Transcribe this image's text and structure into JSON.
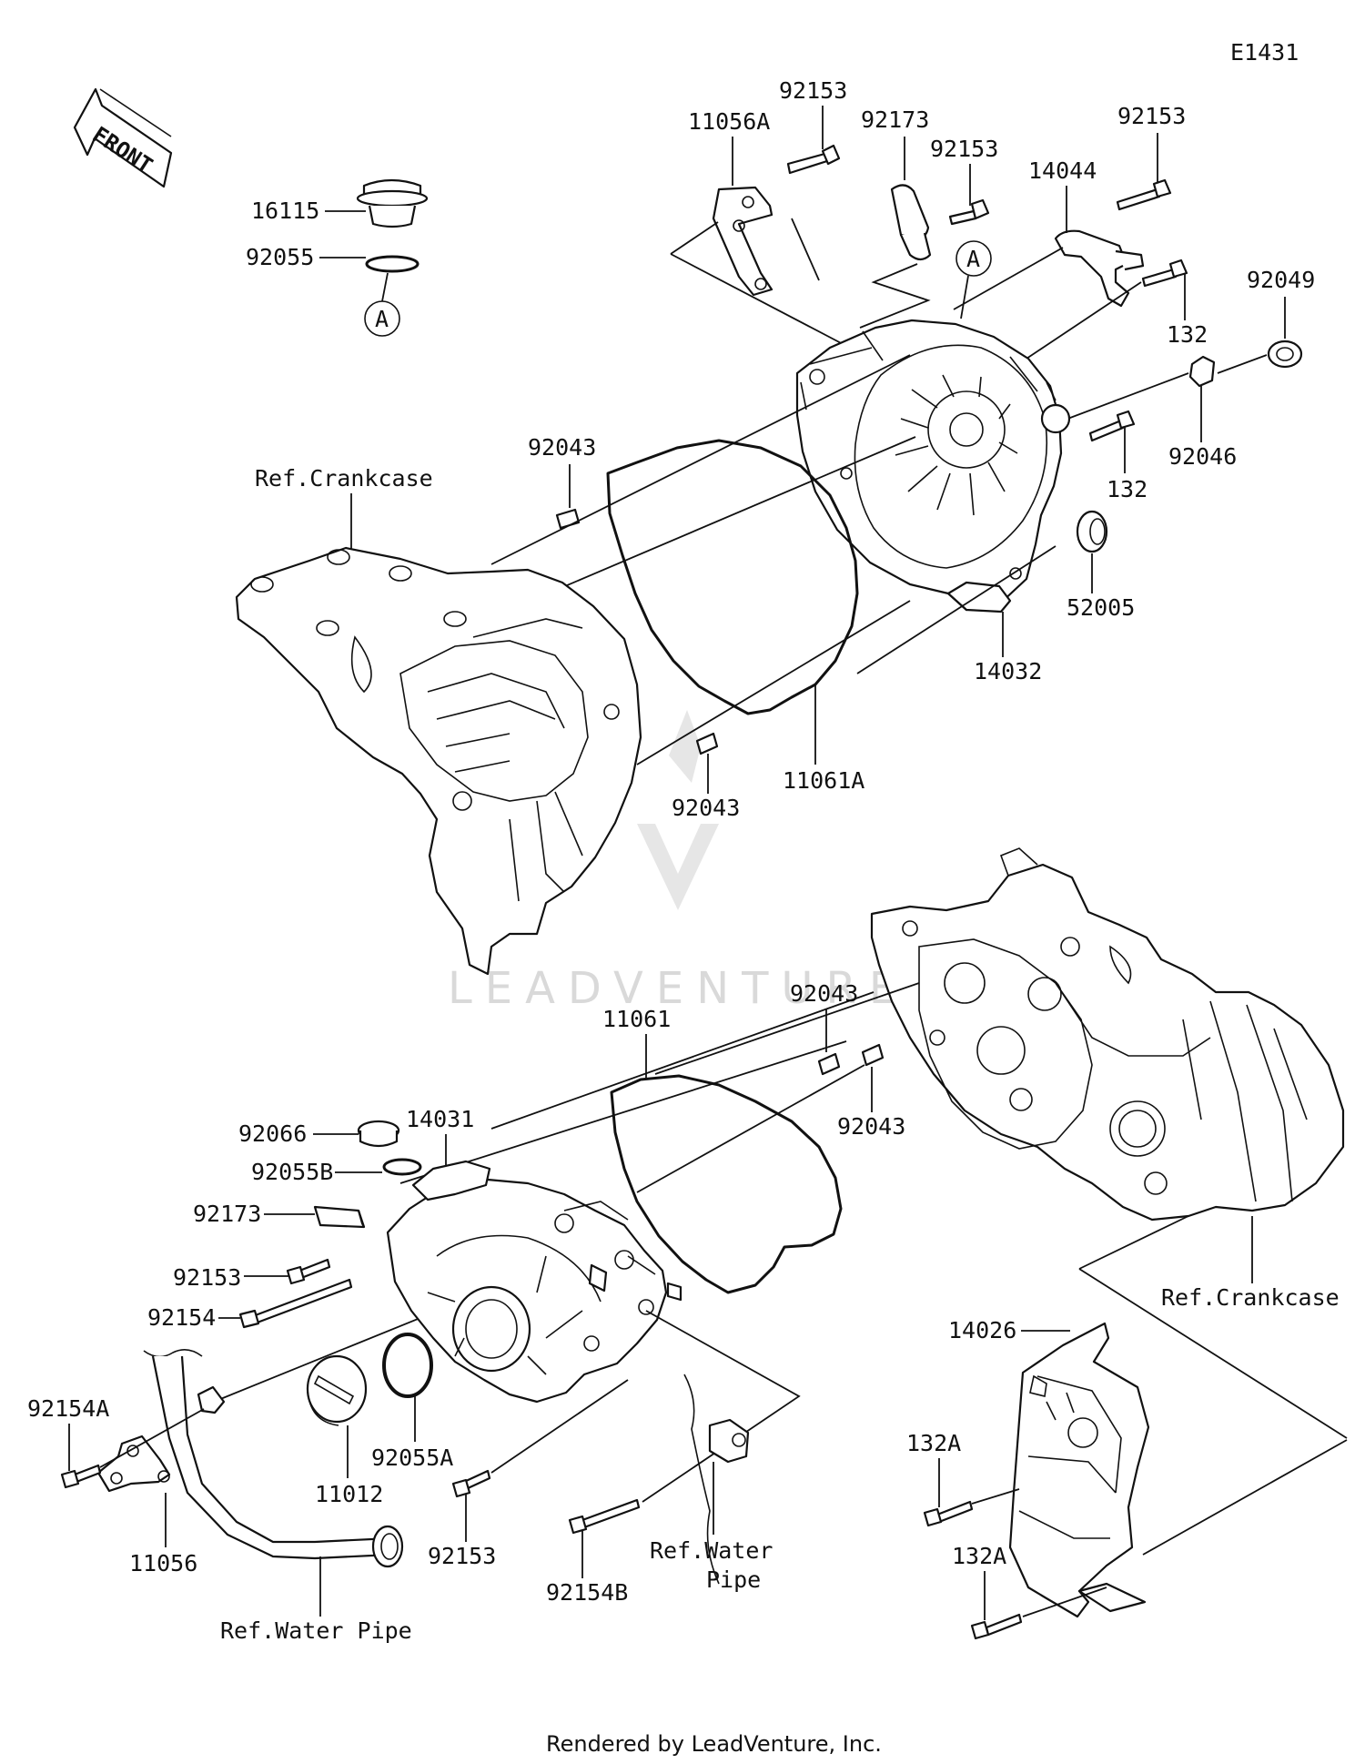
{
  "diagram_code": "E1431",
  "front_arrow_label": "FRONT",
  "callout_letter": "A",
  "watermark": "LEADVENTURE",
  "footer": "Rendered by LeadVenture, Inc.",
  "labels": {
    "p16115": "16115",
    "p92055": "92055",
    "p11056A": "11056A",
    "p92153_a": "92153",
    "p92173_top": "92173",
    "p92153_b": "92153",
    "p14044": "14044",
    "p92153_c": "92153",
    "p92049": "92049",
    "p132_a": "132",
    "p92046": "92046",
    "p132_b": "132",
    "p92043_a": "92043",
    "p52005": "52005",
    "p14032": "14032",
    "p11061A": "11061A",
    "p92043_b": "92043",
    "p92043_c": "92043",
    "p92043_d": "92043",
    "p11061": "11061",
    "p92066": "92066",
    "p14031": "14031",
    "p92055B": "92055B",
    "p92173_bot": "92173",
    "p92153_d": "92153",
    "p92154": "92154",
    "p92154A": "92154A",
    "p92055A": "92055A",
    "p11012": "11012",
    "p11056": "11056",
    "p92153_e": "92153",
    "p92154B": "92154B",
    "p14026": "14026",
    "p132A_a": "132A",
    "p132A_b": "132A"
  },
  "refs": {
    "crankcase_top": "Ref.Crankcase",
    "crankcase_bottom": "Ref.Crankcase",
    "water_pipe_left": "Ref.Water Pipe",
    "water_pipe_mid_1": "Ref.Water",
    "water_pipe_mid_2": "Pipe"
  }
}
